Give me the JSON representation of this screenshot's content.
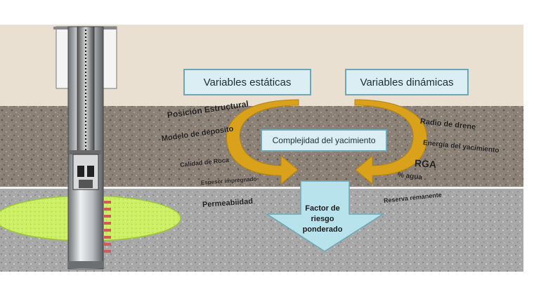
{
  "boxes": {
    "static": "Variables estáticas",
    "dynamic": "Variables dinámicas",
    "complexity": "Complejidad del yacimiento"
  },
  "factor": {
    "line1": "Factor de",
    "line2": "riesgo",
    "line3": "ponderado"
  },
  "left_labels": [
    "Posición Estructural",
    "Modelo de deposito",
    "Calidad de Roca",
    "Espesor impregnado",
    "Permeabiidad"
  ],
  "right_labels": [
    "Radio de drene",
    "Energía del yacimiento",
    "RGA",
    "% agua",
    "Reserva remanente"
  ],
  "colors": {
    "sky": "#ece4d8",
    "top_soil": "#d9cdb8",
    "gravel": "#8a7f74",
    "lower_rock": "#a9a9a9",
    "reservoir": "#c8ec5c",
    "curved_arrow": "#d9a21a",
    "box_fill": "#dbeef4",
    "box_border": "#6aa8b8",
    "down_arrow": "#b9e3ec"
  },
  "icons": [
    "well-casing-icon",
    "curved-arrow-left-icon",
    "curved-arrow-right-icon",
    "down-arrow-icon",
    "perforation-icon"
  ]
}
